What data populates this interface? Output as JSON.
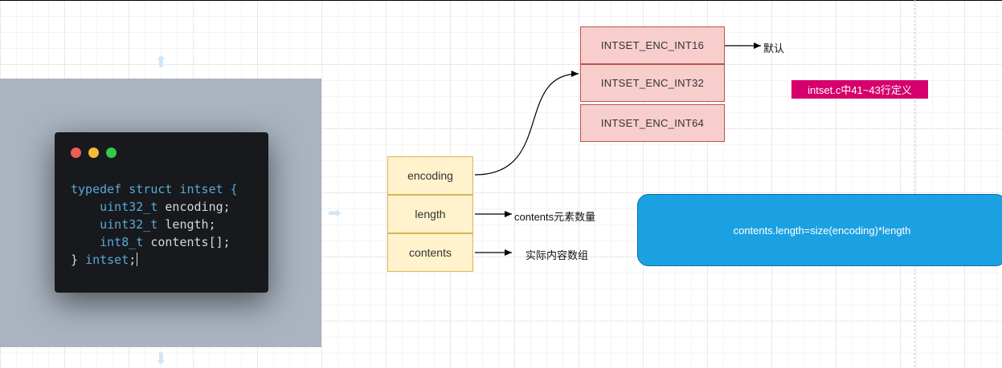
{
  "code_window": {
    "lines": [
      [
        {
          "t": "typedef struct intset {",
          "c": "kw"
        }
      ],
      [
        {
          "t": "    ",
          "c": "plain"
        },
        {
          "t": "uint32_t",
          "c": "kw"
        },
        {
          "t": " encoding;",
          "c": "plain"
        }
      ],
      [
        {
          "t": "    ",
          "c": "plain"
        },
        {
          "t": "uint32_t",
          "c": "kw"
        },
        {
          "t": " length;",
          "c": "plain"
        }
      ],
      [
        {
          "t": "    ",
          "c": "plain"
        },
        {
          "t": "int8_t",
          "c": "kw"
        },
        {
          "t": " contents[];",
          "c": "plain"
        }
      ],
      [
        {
          "t": "} ",
          "c": "plain"
        },
        {
          "t": "intset",
          "c": "kw"
        },
        {
          "t": ";",
          "c": "plain"
        }
      ]
    ]
  },
  "fields": {
    "encoding": "encoding",
    "length": "length",
    "contents": "contents"
  },
  "encodings": {
    "enc16": "INTSET_ENC_INT16",
    "enc32": "INTSET_ENC_INT32",
    "enc64": "INTSET_ENC_INT64"
  },
  "notes": {
    "default": "默认",
    "length_note": "contents元素数量",
    "contents_note": "实际内容数组",
    "source_ref": "intset.c中41~43行定义"
  },
  "formula": "contents.length=size(encoding)*length",
  "colors": {
    "field_fill": "#fff2cc",
    "field_stroke": "#d6b656",
    "enum_fill": "#f8cecc",
    "enum_stroke": "#b85450",
    "tag_fill": "#d5006d",
    "formula_fill": "#1ba1e2"
  }
}
